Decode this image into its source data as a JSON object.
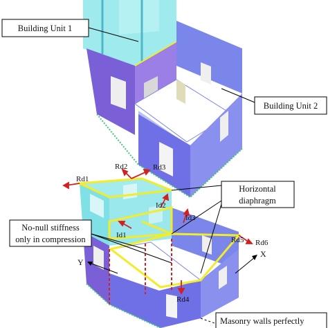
{
  "top_diagram": {
    "unit1_label": "Building Unit 1",
    "unit2_label": "Building Unit 2"
  },
  "bottom_diagram": {
    "callouts": {
      "horizontal_diaphragm_line1": "Horizontal",
      "horizontal_diaphragm_line2": "diaphragm",
      "stiffness_line1": "No-null stiffness",
      "stiffness_line2": "only in compression",
      "masonry": "Masonry walls perfectly"
    },
    "rigid_dofs": [
      "Rd1",
      "Rd2",
      "Rd3",
      "Rd4",
      "Rd5",
      "Rd6"
    ],
    "interface_dofs": [
      "Id1",
      "Id2",
      "Id3"
    ],
    "axes": {
      "x": "X",
      "y": "Y"
    },
    "colors": {
      "tower": "#7fe0e6",
      "walls": "#6f6fe6",
      "diaphragm": "#f2ec2a",
      "arrows": "#d42020",
      "ground": "#3fc87a"
    }
  }
}
